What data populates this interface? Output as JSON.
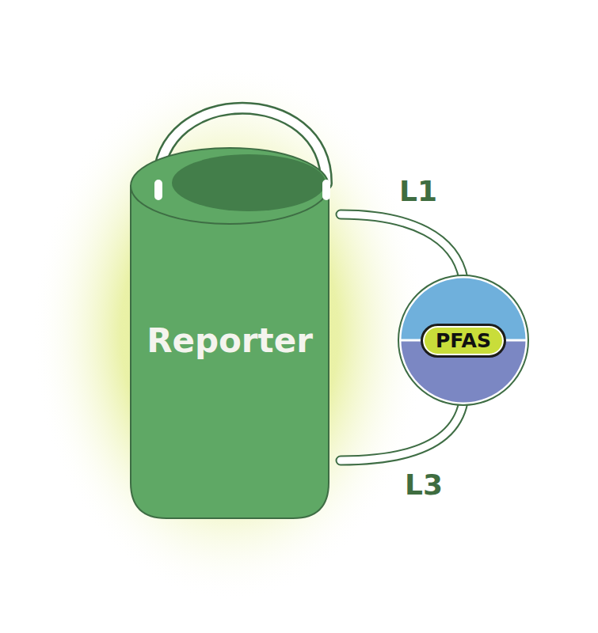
{
  "diagram": {
    "nodes": [
      {
        "text": [
          "Reporter"
        ]
      },
      {
        "text": [
          "PFAS"
        ]
      }
    ],
    "labels": [
      "L1",
      "L3"
    ]
  }
}
